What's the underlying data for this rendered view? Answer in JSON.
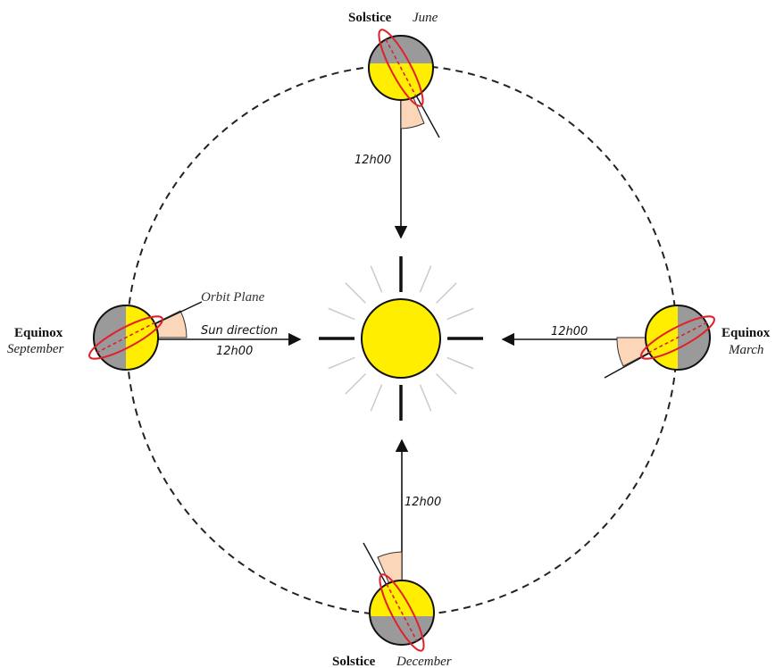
{
  "colors": {
    "sun": "#ffee00",
    "earth_day": "#ffee00",
    "earth_night": "#9a9a9a",
    "orbit": "#222222",
    "equator": "#e0202a",
    "wedge": "#fcd6b8"
  },
  "icons": [
    "sun-icon",
    "earth-icon"
  ],
  "labels": {
    "june_event": "Solstice",
    "june_month": "June",
    "december_event": "Solstice",
    "december_month": "December",
    "september_event": "Equinox",
    "september_month": "September",
    "march_event": "Equinox",
    "march_month": "March",
    "orbit_plane": "Orbit Plane",
    "sun_direction": "Sun direction",
    "noon_top": "12h00",
    "noon_left": "12h00",
    "noon_right": "12h00",
    "noon_bottom": "12h00"
  }
}
